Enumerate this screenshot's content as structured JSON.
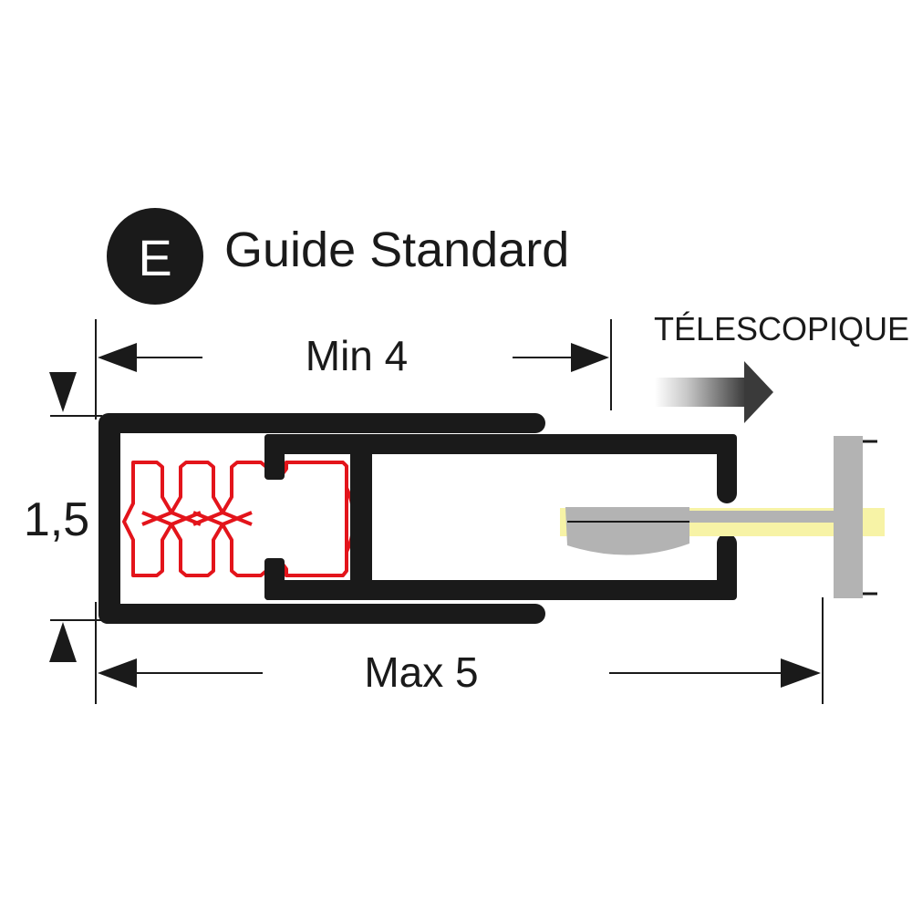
{
  "badge": {
    "letter": "E"
  },
  "title": "Guide Standard",
  "telescopic_label": "TÉLESCOPIQUE",
  "dimensions": {
    "min": "Min 4",
    "max": "Max 5",
    "height": "1,5"
  },
  "colors": {
    "ink": "#1a1a1a",
    "profile": "#1a1a1a",
    "spring": "#e3141b",
    "rail": "#f7f3a6",
    "grey": "#b3b3b3",
    "white": "#ffffff"
  },
  "icons": {
    "badge": "letter-circle-icon",
    "telescopic_arrow": "gradient-right-arrow-icon"
  }
}
